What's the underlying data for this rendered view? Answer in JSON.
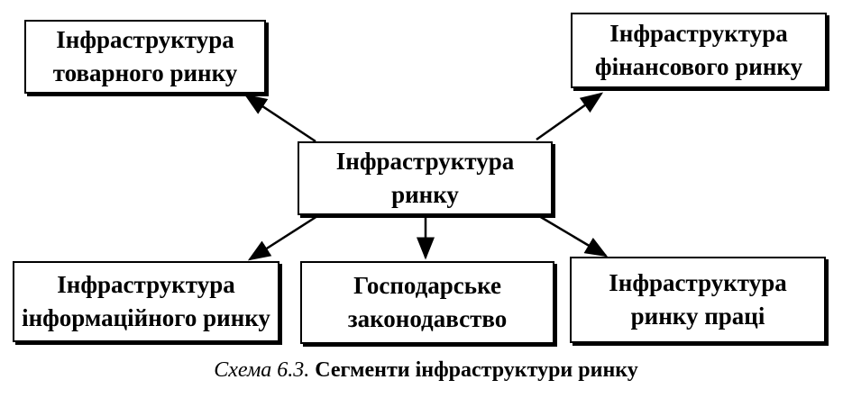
{
  "diagram": {
    "center": {
      "lines": [
        "Інфраструктура",
        "ринку"
      ]
    },
    "goods_market": {
      "lines": [
        "Інфраструктура",
        "товарного ринку"
      ]
    },
    "financial_market": {
      "lines": [
        "Інфраструктура",
        "фінансового ринку"
      ]
    },
    "information_market": {
      "lines": [
        "Інфраструктура",
        "інформаційного ринку"
      ]
    },
    "economic_law": {
      "lines": [
        "Господарське",
        "законодавство"
      ]
    },
    "labor_market": {
      "lines": [
        "Інфраструктура",
        "ринку праці"
      ]
    }
  },
  "caption": {
    "label": "Схема 6.3.",
    "text": "Сегменти інфраструктури ринку"
  }
}
